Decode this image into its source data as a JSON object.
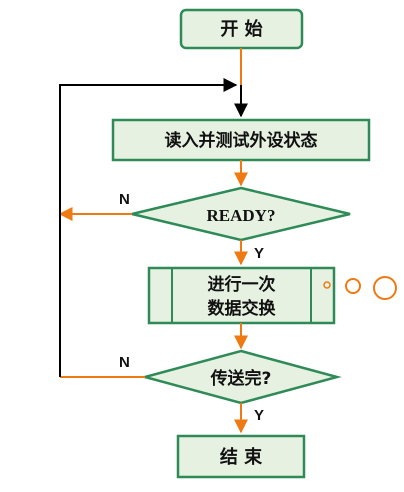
{
  "flowchart": {
    "colors": {
      "node_fill": "#E6F1E1",
      "node_border": "#2E8A57",
      "arrow_orange": "#F07A12",
      "line_black": "#000000",
      "dot_orange": "#F07A12"
    },
    "nodes": {
      "start": "开 始",
      "read_status": "读入并测试外设状态",
      "ready_check": "READY?",
      "exchange_line1": "进行一次",
      "exchange_line2": "数据交换",
      "transfer_done_check": "传送完?",
      "end": "结 束"
    },
    "branches": {
      "ready_no": "N",
      "ready_yes": "Y",
      "done_no": "N",
      "done_yes": "Y"
    }
  }
}
